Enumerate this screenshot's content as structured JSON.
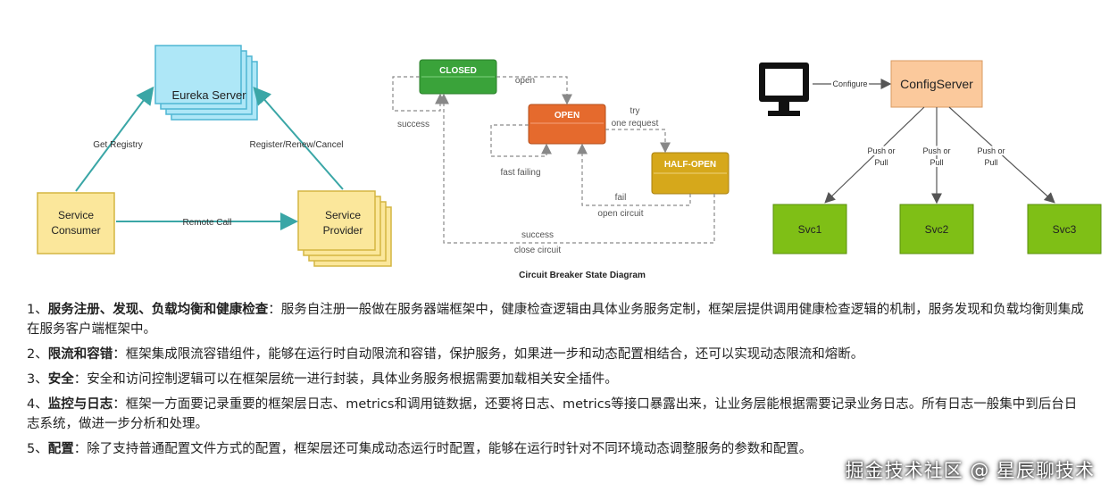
{
  "registry_diagram": {
    "eureka_label": "Eureka Server",
    "consumer_label": [
      "Service",
      "Consumer"
    ],
    "provider_label": [
      "Service",
      "Provider"
    ],
    "get_registry": "Get Registry",
    "register_renew_cancel": "Register/Renew/Cancel",
    "remote_call": "Remote Call",
    "box_fill": "#fbe79b",
    "eureka_fill": "#aee7f7"
  },
  "circuit_diagram": {
    "title": "Circuit Breaker State Diagram",
    "closed": "CLOSED",
    "open": "OPEN",
    "half_open": "HALF-OPEN",
    "edge_open": "open",
    "edge_success": "success",
    "edge_try": "try",
    "edge_one_request": "one request",
    "edge_fast_failing": "fast failing",
    "edge_fail": "fail",
    "edge_open_circuit": "open circuit",
    "edge_success_bottom": "success",
    "edge_close_circuit": "close circuit",
    "closed_color": "#3aa33a",
    "open_color": "#e56a2d",
    "half_open_color": "#d6a81b"
  },
  "config_diagram": {
    "server_label": "ConfigServer",
    "configure": "Configure",
    "push_or_pull": [
      "Push or",
      "Pull"
    ],
    "svc1": "Svc1",
    "svc2": "Svc2",
    "svc3": "Svc3",
    "server_fill": "#fbc99c",
    "svc_fill": "#7fbf16"
  },
  "items": [
    {
      "num": "1、",
      "title": "服务注册、发现、负载均衡和健康检查",
      "sep": "：",
      "body": "服务自注册一般做在服务器端框架中，健康检查逻辑由具体业务服务定制，框架层提供调用健康检查逻辑的机制，服务发现和负载均衡则集成在服务客户端框架中。"
    },
    {
      "num": "2、",
      "title": "限流和容错",
      "sep": "：",
      "body": "框架集成限流容错组件，能够在运行时自动限流和容错，保护服务，如果进一步和动态配置相结合，还可以实现动态限流和熔断。"
    },
    {
      "num": "3、",
      "title": "安全",
      "sep": "：",
      "body": "安全和访问控制逻辑可以在框架层统一进行封装，具体业务服务根据需要加载相关安全插件。"
    },
    {
      "num": "4、",
      "title": "监控与日志",
      "sep": "：",
      "body": "框架一方面要记录重要的框架层日志、metrics和调用链数据，还要将日志、metrics等接口暴露出来，让业务层能根据需要记录业务日志。所有日志一般集中到后台日志系统，做进一步分析和处理。"
    },
    {
      "num": "5、",
      "title": "配置",
      "sep": "：",
      "body": "除了支持普通配置文件方式的配置，框架层还可集成动态运行时配置，能够在运行时针对不同环境动态调整服务的参数和配置。"
    }
  ],
  "watermark": "掘金技术社区 @ 星辰聊技术"
}
